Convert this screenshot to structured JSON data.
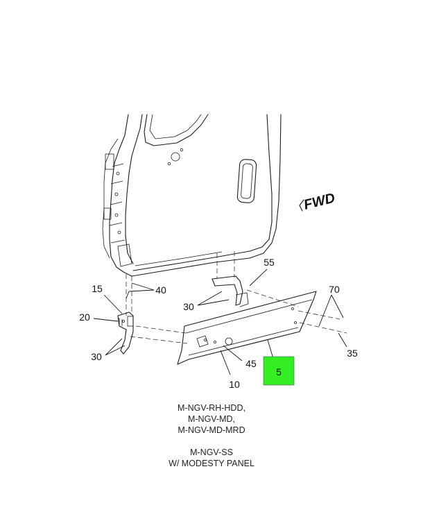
{
  "diagram": {
    "callouts": {
      "c5": "5",
      "c10": "10",
      "c15": "15",
      "c20": "20",
      "c30a": "30",
      "c30b": "30",
      "c35": "35",
      "c40": "40",
      "c45": "45",
      "c55": "55",
      "c70": "70"
    },
    "direction_label": "FWD",
    "highlight_color": "#33ee22"
  },
  "caption": {
    "line1": "M-NGV-RH-HDD,",
    "line2": "M-NGV-MD,",
    "line3": "M-NGV-MD-MRD",
    "line4": "M-NGV-SS",
    "line5": "W/ MODESTY PANEL"
  }
}
